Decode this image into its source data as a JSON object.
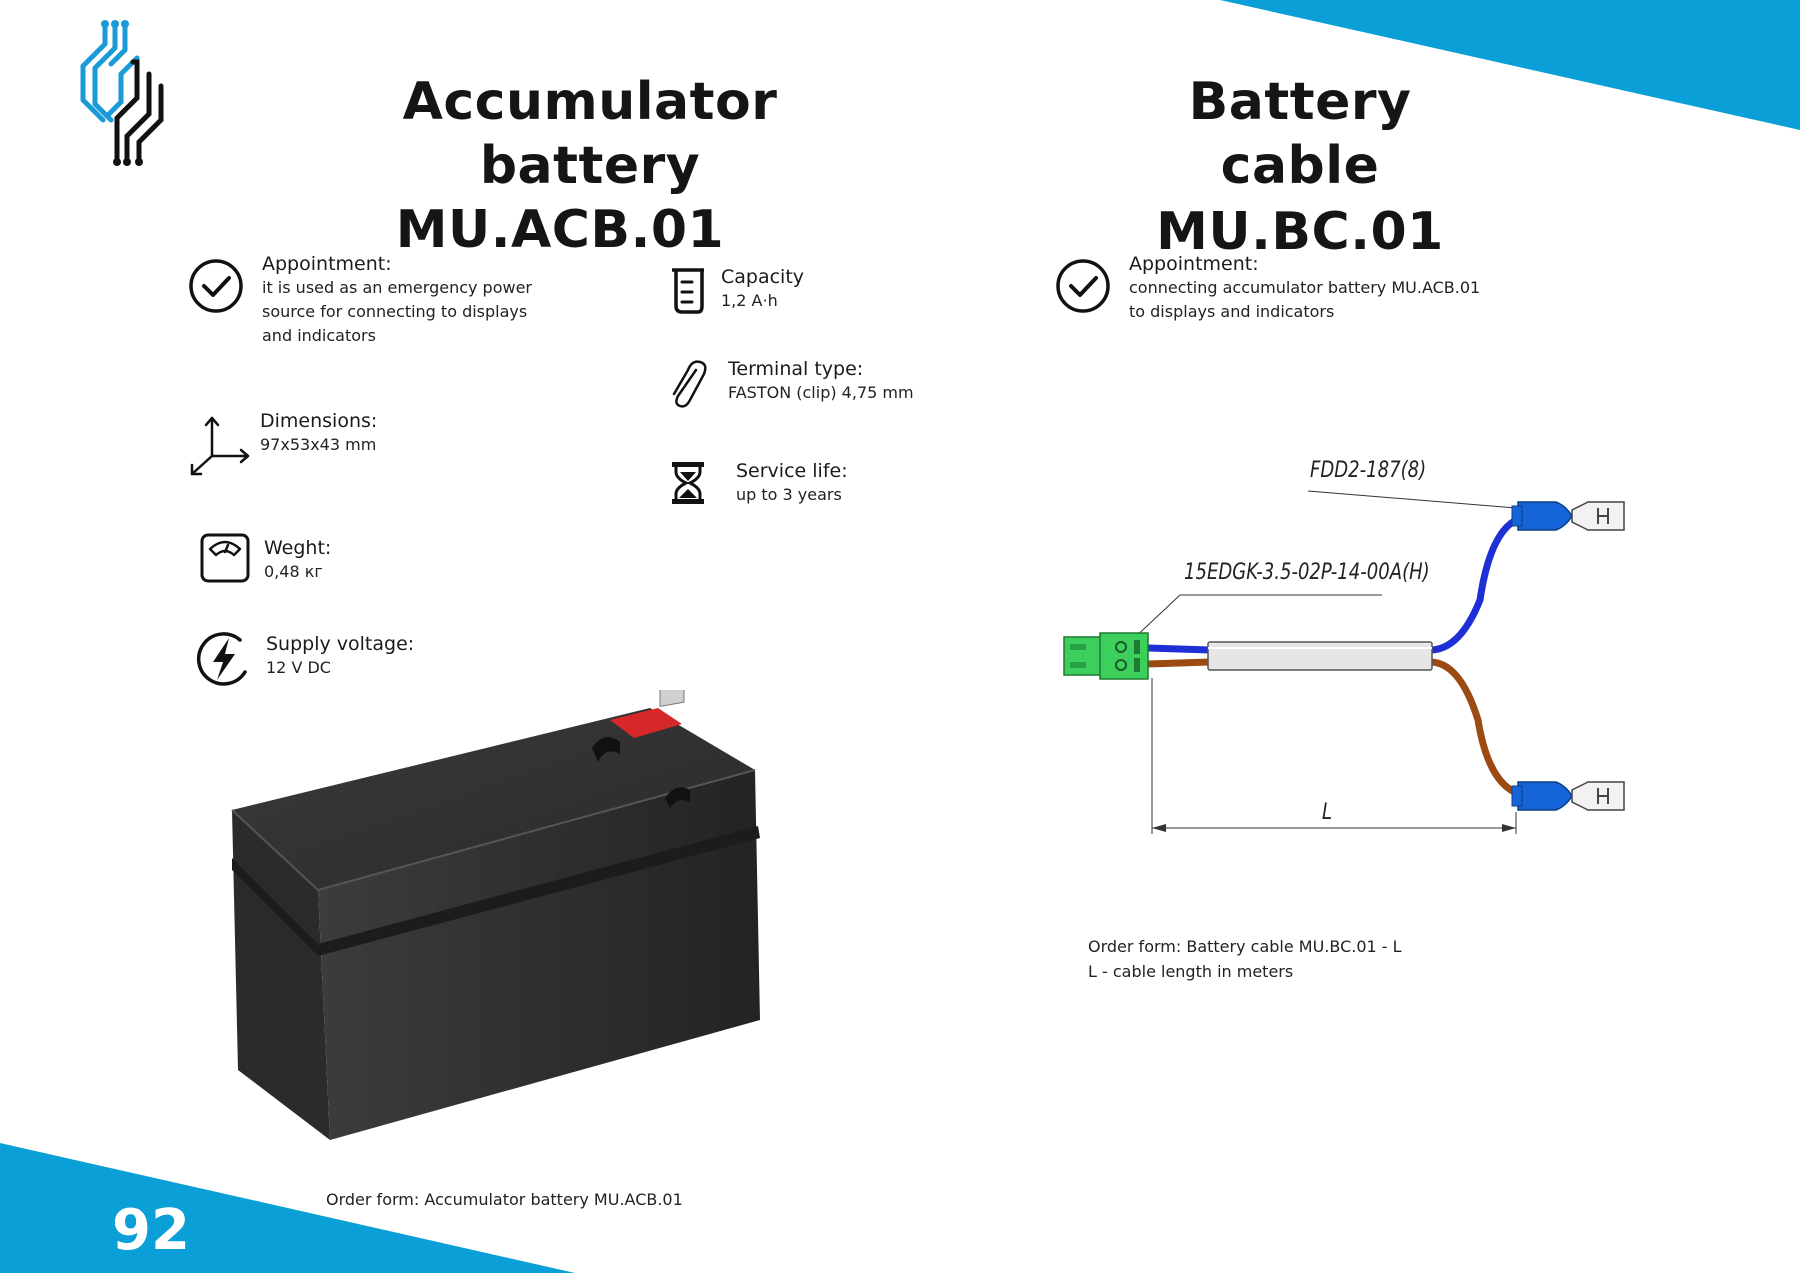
{
  "page": {
    "number": "92",
    "accent_color": "#0a9fd6"
  },
  "battery": {
    "title_line1": "Accumulator battery",
    "title_line2": "MU.ACB.01",
    "specs": [
      {
        "label": "Appointment:",
        "value_lines": [
          "it is used as an emergency power",
          "source for connecting to displays",
          "and indicators"
        ],
        "icon": "check-circle-icon"
      },
      {
        "label": "Dimensions:",
        "value": "97x53x43 mm",
        "icon": "axes-icon"
      },
      {
        "label": "Weght:",
        "value": "0,48 кг",
        "icon": "scale-icon"
      },
      {
        "label": "Supply voltage:",
        "value": "12 V DC",
        "icon": "lightning-icon"
      },
      {
        "label": "Capacity",
        "value": "1,2 A·h",
        "icon": "beaker-icon"
      },
      {
        "label": "Terminal type:",
        "value": "FASTON (clip) 4,75 mm",
        "icon": "paperclip-icon"
      },
      {
        "label": "Service life:",
        "value": "up to 3 years",
        "icon": "hourglass-icon"
      }
    ],
    "order_form": "Order form: Accumulator battery MU.ACB.01"
  },
  "cable": {
    "title_line1": "Battery cable",
    "title_line2": "MU.BC.01",
    "appointment_label": "Appointment:",
    "appointment_lines": [
      "connecting accumulator battery MU.ACB.01",
      "to displays and indicators"
    ],
    "diagram": {
      "connector_label": "15EDGK-3.5-02P-14-00A(H)",
      "terminal_label": "FDD2-187(8)",
      "length_label": "L",
      "wire_colors": {
        "positive": "#1f2fd6",
        "negative": "#9b4a12",
        "connector": "#3ccf5c",
        "terminal": "#1565d8"
      }
    },
    "order_form_line1": "Order form: Battery cable MU.BC.01 - L",
    "order_form_line2": "L - cable length in meters"
  }
}
